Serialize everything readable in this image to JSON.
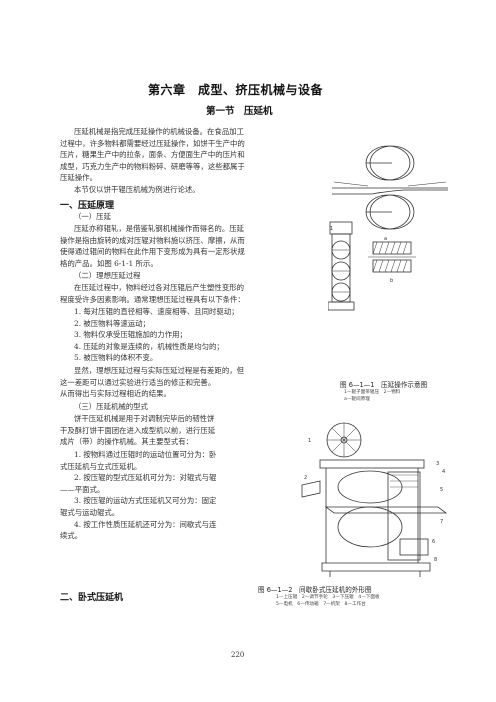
{
  "chapter_title": "第六章　成型、挤压机械与设备",
  "section_title": "第一节　压延机",
  "intro": [
    "压延机械是指完成压延操作的机械设备。在食品加工",
    "过程中，许多物料都需要经过压延操作，如饼干生产中的",
    "压片，糖果生产中的拉条，面条、方便面生产中的压片和",
    "成型，巧克力生产中的物料粉碎、研磨等等，这些都属于",
    "压延操作。",
    "本节仅以饼干辊压机械为例进行论述。"
  ],
  "heading_1": "一、压延原理",
  "sub_1": "（一）压延",
  "para_1": [
    "压延亦称辊轧，是借鉴轧钢机械操作而得名的。压延",
    "操作是指由旋转的成对压辊对物料施以挤压、摩擦，从而",
    "使得通过辊间的物料在此作用下变形成为具有一定形状规",
    "格的产品。如图 6-1-1 所示。"
  ],
  "sub_2": "（二）理想压延过程",
  "para_2": [
    "在压延过程中，物料经过各对压辊后产生塑性变形的",
    "程度受许多因素影响。通常理想压延过程具有以下条件："
  ],
  "conditions": [
    "1. 每对压辊的直径相等、速度相等、且同时驱动；",
    "2. 被压物料等速运动；",
    "3. 物料仅承受压辊施加的力作用；",
    "4. 压延的对象是连续的，机械性质是均匀的；",
    "5. 被压物料的体积不变。"
  ],
  "para_3": [
    "显然，理想压延过程与实际压延过程是有差距的，但",
    "这一差距可以通过实验进行适当的修正和完善。",
    "从而得出与实际过程相近的结果。"
  ],
  "sub_3": "（三）压延机械的型式",
  "para_4": [
    "饼干压延机械是用于对调制完毕后的韧性饼",
    "干及酥打饼干面团在进入成型机以前，进行压延",
    "成片（带）的操作机械。其主要型式有："
  ],
  "types": [
    [
      "1. 按物料通过压辊时的运动位置可分为：卧",
      "式压延机与立式压延机。"
    ],
    [
      "2. 按压辊的型式压延机可分为：对辊式与辊",
      "——平面式。"
    ],
    [
      "3. 按压辊的运动方式压延机又可分为：固定",
      "辊式与运动辊式。"
    ],
    [
      "4. 按工作性质压延机还可分为：间歇式与连",
      "续式。"
    ]
  ],
  "heading_2": "二、卧式压延机",
  "figure_1": {
    "caption": "图 6—1—1　压延操作示意图",
    "legend": [
      "1—辊子面带辊压　2—物料",
      "a—辊间原理"
    ],
    "labels": [
      "1",
      "a",
      "b"
    ]
  },
  "figure_2": {
    "caption": "图 6—1—2　间歇卧式压延机的外形图",
    "legend": [
      "1—上压辊　2—调节手轮　3—下压辊　4—下面板",
      "5—电机　6—传动箱　7—机架　8—工作台"
    ],
    "labels": [
      "1",
      "2",
      "3",
      "4",
      "5",
      "6",
      "7",
      "8"
    ]
  },
  "page_number": "220"
}
